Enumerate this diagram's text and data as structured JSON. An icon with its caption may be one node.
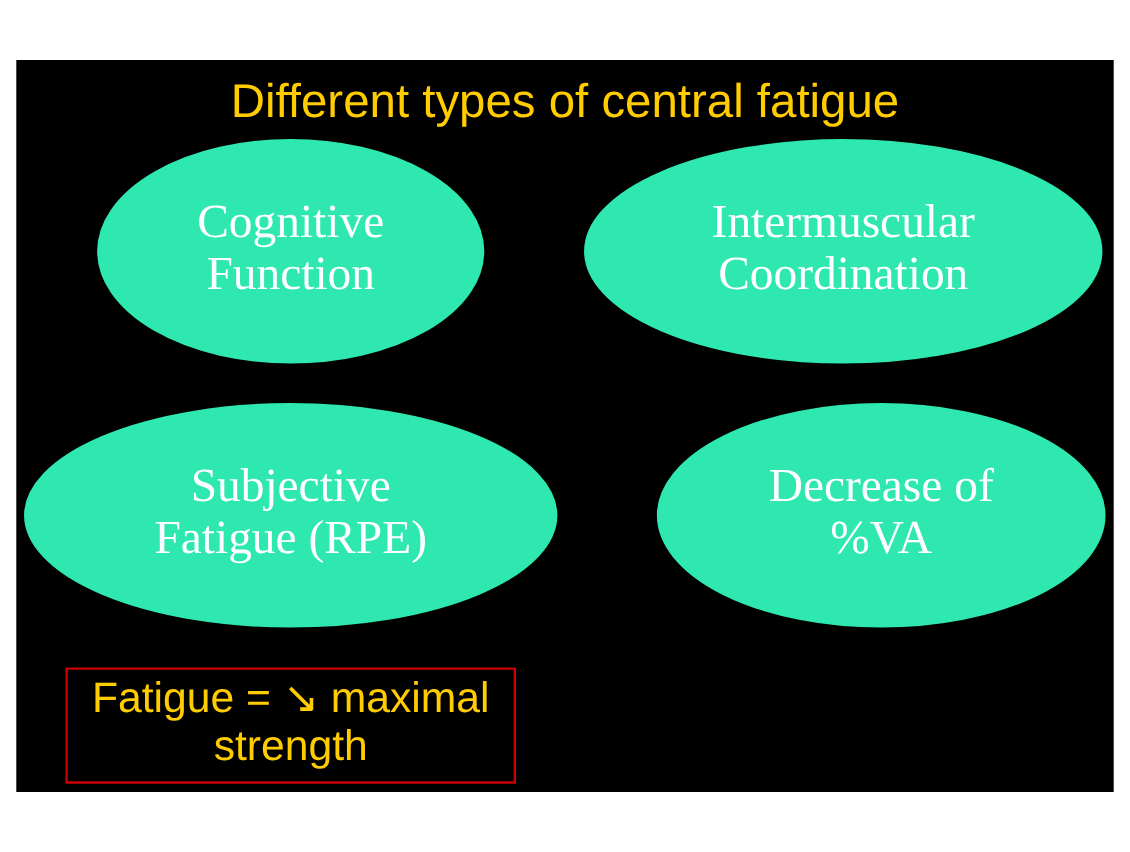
{
  "diagram": {
    "title": "Different types of central fatigue",
    "nodes": [
      {
        "text": [
          "Cognitive Function"
        ]
      },
      {
        "text": [
          "Intermuscular Coordination"
        ]
      },
      {
        "text": [
          "Subjective Fatigue (RPE)"
        ]
      },
      {
        "text": [
          "Decrease of %VA"
        ]
      },
      {
        "text": [
          "Fatigue = ↘ maximal strength"
        ]
      }
    ]
  }
}
